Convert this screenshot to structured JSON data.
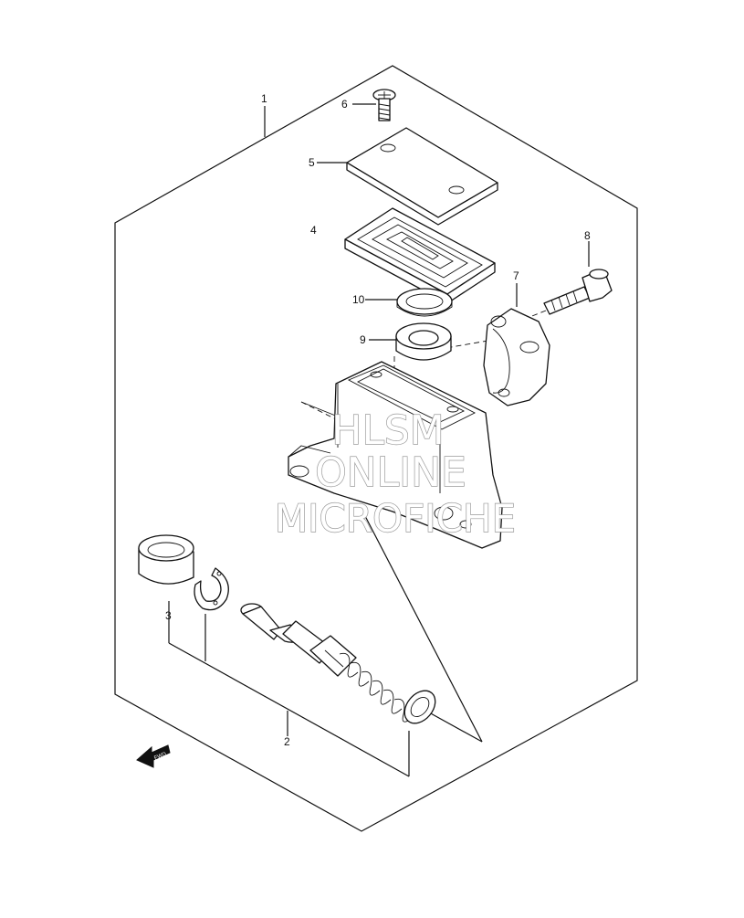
{
  "callouts": {
    "c1": "1",
    "c2": "2",
    "c3": "3",
    "c4": "4",
    "c5": "5",
    "c6": "6",
    "c7": "7",
    "c8": "8",
    "c9": "9",
    "c10": "10"
  },
  "watermark": {
    "line1": "HLSM",
    "line2": "ONLINE",
    "line3": "MICROFICHE"
  },
  "fwd_mark": "FWD",
  "colors": {
    "line": "#111111",
    "watermark_outline": "#9a9a9a",
    "background": "#ffffff"
  }
}
